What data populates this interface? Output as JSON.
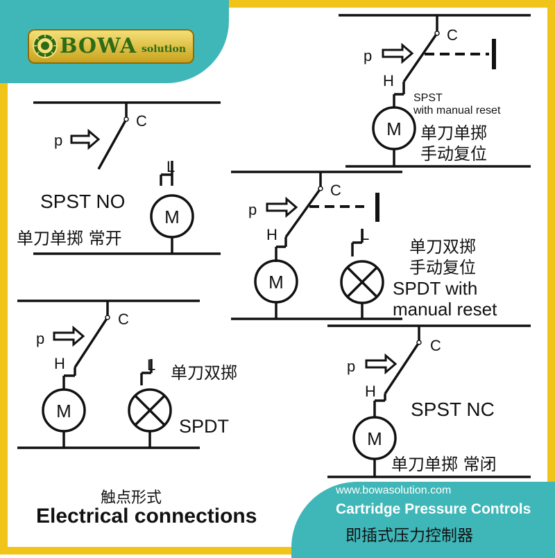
{
  "logo": {
    "brand": "BOWA",
    "sub": "solution",
    "colors": {
      "gold": "#f0c419",
      "green": "#2d6b16",
      "teal": "#3fb6b8"
    }
  },
  "footer": {
    "url": "www.bowasolution.com",
    "title_en": "Cartridge Pressure Controls",
    "title_cn": "即插式压力控制器"
  },
  "caption": {
    "cn": "触点形式",
    "en": "Electrical connections"
  },
  "diagrams": {
    "spst_no": {
      "pressure": "p",
      "common": "C",
      "load": "L",
      "motor": "M",
      "label_en": "SPST NO",
      "label_cn": "单刀单掷 常开"
    },
    "spst_manual": {
      "pressure": "p",
      "common": "C",
      "high": "H",
      "motor": "M",
      "label_en_line1": "SPST",
      "label_en_line2": "with manual reset",
      "label_cn_line1": "单刀单掷",
      "label_cn_line2": "手动复位"
    },
    "spdt_manual": {
      "pressure": "p",
      "common": "C",
      "high": "H",
      "load": "L",
      "motor": "M",
      "label_cn_line1": "单刀双掷",
      "label_cn_line2": "手动复位",
      "label_en_line1": "SPDT with",
      "label_en_line2": "manual reset"
    },
    "spdt": {
      "pressure": "p",
      "common": "C",
      "high": "H",
      "load": "L",
      "motor": "M",
      "label_cn": "单刀双掷",
      "label_en": "SPDT"
    },
    "spst_nc": {
      "pressure": "p",
      "common": "C",
      "high": "H",
      "motor": "M",
      "label_en": "SPST NC",
      "label_cn": "单刀单掷 常闭"
    }
  }
}
